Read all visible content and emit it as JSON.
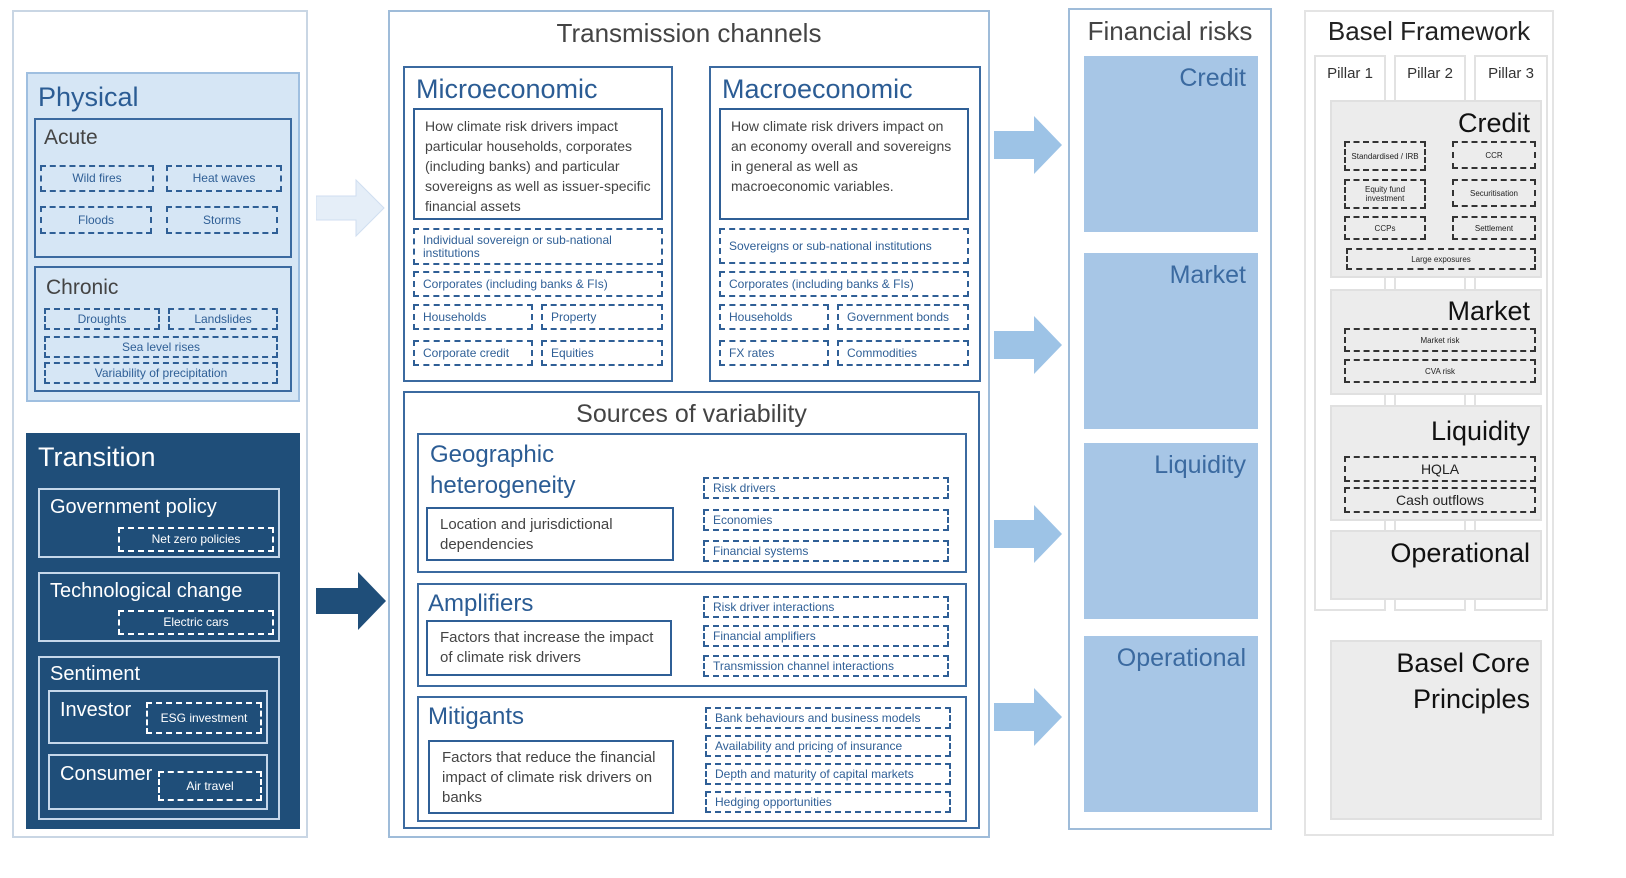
{
  "physical": {
    "title": "Physical",
    "acute": {
      "title": "Acute",
      "items": [
        "Wild fires",
        "Heat waves",
        "Floods",
        "Storms"
      ]
    },
    "chronic": {
      "title": "Chronic",
      "items": [
        "Droughts",
        "Landslides",
        "Sea level rises",
        "Variability of precipitation"
      ]
    }
  },
  "transition": {
    "title": "Transition",
    "government": {
      "title": "Government policy",
      "item": "Net zero policies"
    },
    "technology": {
      "title": "Technological change",
      "item": "Electric cars"
    },
    "sentiment": {
      "title": "Sentiment",
      "investor": {
        "title": "Investor",
        "item": "ESG investment"
      },
      "consumer": {
        "title": "Consumer",
        "item": "Air travel"
      }
    }
  },
  "transmission": {
    "title": "Transmission channels",
    "micro": {
      "title": "Microeconomic",
      "description": "How climate risk drivers impact particular households, corporates (including banks) and particular sovereigns as well as issuer-specific  financial assets",
      "items": [
        "Individual sovereign or sub-national institutions",
        "Corporates (including banks & FIs)",
        "Households",
        "Property",
        "Corporate credit",
        "Equities"
      ]
    },
    "macro": {
      "title": "Macroeconomic",
      "description": "How climate risk drivers impact on an economy overall and sovereigns in general as well as macroeconomic variables.",
      "items": [
        "Sovereigns or sub-national institutions",
        "Corporates (including banks & FIs)",
        "Households",
        "Government bonds",
        "FX rates",
        "Commodities"
      ]
    }
  },
  "variability": {
    "title": "Sources of variability",
    "geographic": {
      "title_line1": "Geographic",
      "title_line2": "heterogeneity",
      "description": "Location and jurisdictional dependencies",
      "items": [
        "Risk drivers",
        "Economies",
        "Financial systems"
      ]
    },
    "amplifiers": {
      "title": "Amplifiers",
      "description": "Factors that increase the impact of climate risk drivers",
      "items": [
        "Risk driver interactions",
        "Financial amplifiers",
        "Transmission channel interactions"
      ]
    },
    "mitigants": {
      "title": "Mitigants",
      "description": "Factors that reduce the financial impact of climate risk drivers on banks",
      "items": [
        "Bank behaviours and business models",
        "Availability and pricing of insurance",
        "Depth and maturity of capital markets",
        "Hedging opportunities"
      ]
    }
  },
  "financial_risks": {
    "title": "Financial risks",
    "items": [
      "Credit",
      "Market",
      "Liquidity",
      "Operational"
    ]
  },
  "basel": {
    "title": "Basel Framework",
    "pillars": [
      "Pillar 1",
      "Pillar 2",
      "Pillar 3"
    ],
    "credit": {
      "title": "Credit",
      "items": [
        "Standardised / IRB",
        "CCR",
        "Equity fund investment",
        "Securitisation",
        "CCPs",
        "Settlement",
        "Large exposures"
      ]
    },
    "market": {
      "title": "Market",
      "items": [
        "Market risk",
        "CVA risk"
      ]
    },
    "liquidity": {
      "title": "Liquidity",
      "items": [
        "HQLA",
        "Cash outflows"
      ]
    },
    "operational": {
      "title": "Operational"
    },
    "core_line1": "Basel Core",
    "core_line2": "Principles"
  },
  "colors": {
    "dark_blue": "#1f4e79",
    "light_blue": "#d6e6f5",
    "risk_blue": "#a7c6e6",
    "arrow_blue": "#9dc3e6",
    "accent": "#2f5f96"
  }
}
